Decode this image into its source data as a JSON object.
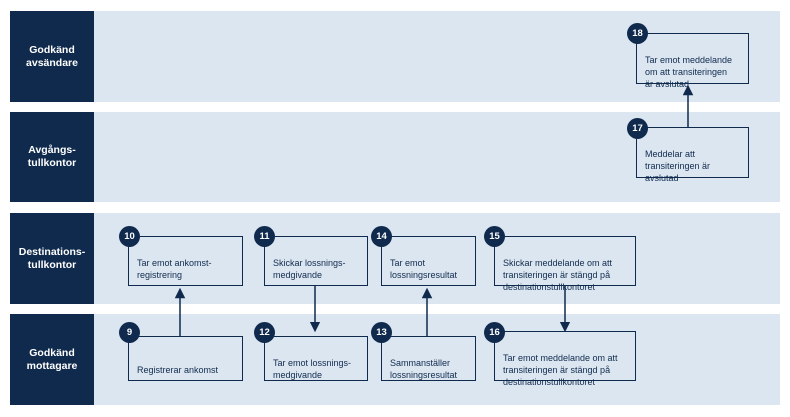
{
  "lanes": [
    {
      "label": "Godkänd\navsändare"
    },
    {
      "label": "Avgångs-\ntullkontor"
    },
    {
      "label": "Destinations-\ntullkontor"
    },
    {
      "label": "Godkänd\nmottagare"
    }
  ],
  "steps": {
    "s9": {
      "num": "9",
      "text": "Registrerar ankomst"
    },
    "s10": {
      "num": "10",
      "text": "Tar emot ankomst-\nregistrering"
    },
    "s11": {
      "num": "11",
      "text": "Skickar lossnings-\nmedgivande"
    },
    "s12": {
      "num": "12",
      "text": "Tar emot lossnings-\nmedgivande"
    },
    "s13": {
      "num": "13",
      "text": "Sammanställer\nlossningsresultat"
    },
    "s14": {
      "num": "14",
      "text": "Tar emot\nlossningsresultat"
    },
    "s15": {
      "num": "15",
      "text": "Skickar meddelande om att\ntransiteringen är stängd på\ndestinationstullkontoret"
    },
    "s16": {
      "num": "16",
      "text": "Tar emot meddelande om att\ntransiteringen är stängd på\ndestinationstullkontoret"
    },
    "s17": {
      "num": "17",
      "text": "Meddelar att\ntransiteringen är\navslutad"
    },
    "s18": {
      "num": "18",
      "text": "Tar emot meddelande\nom att transiteringen\när avslutad"
    }
  },
  "colors": {
    "navy": "#0f2a4d",
    "lane": "#dce6f1"
  }
}
